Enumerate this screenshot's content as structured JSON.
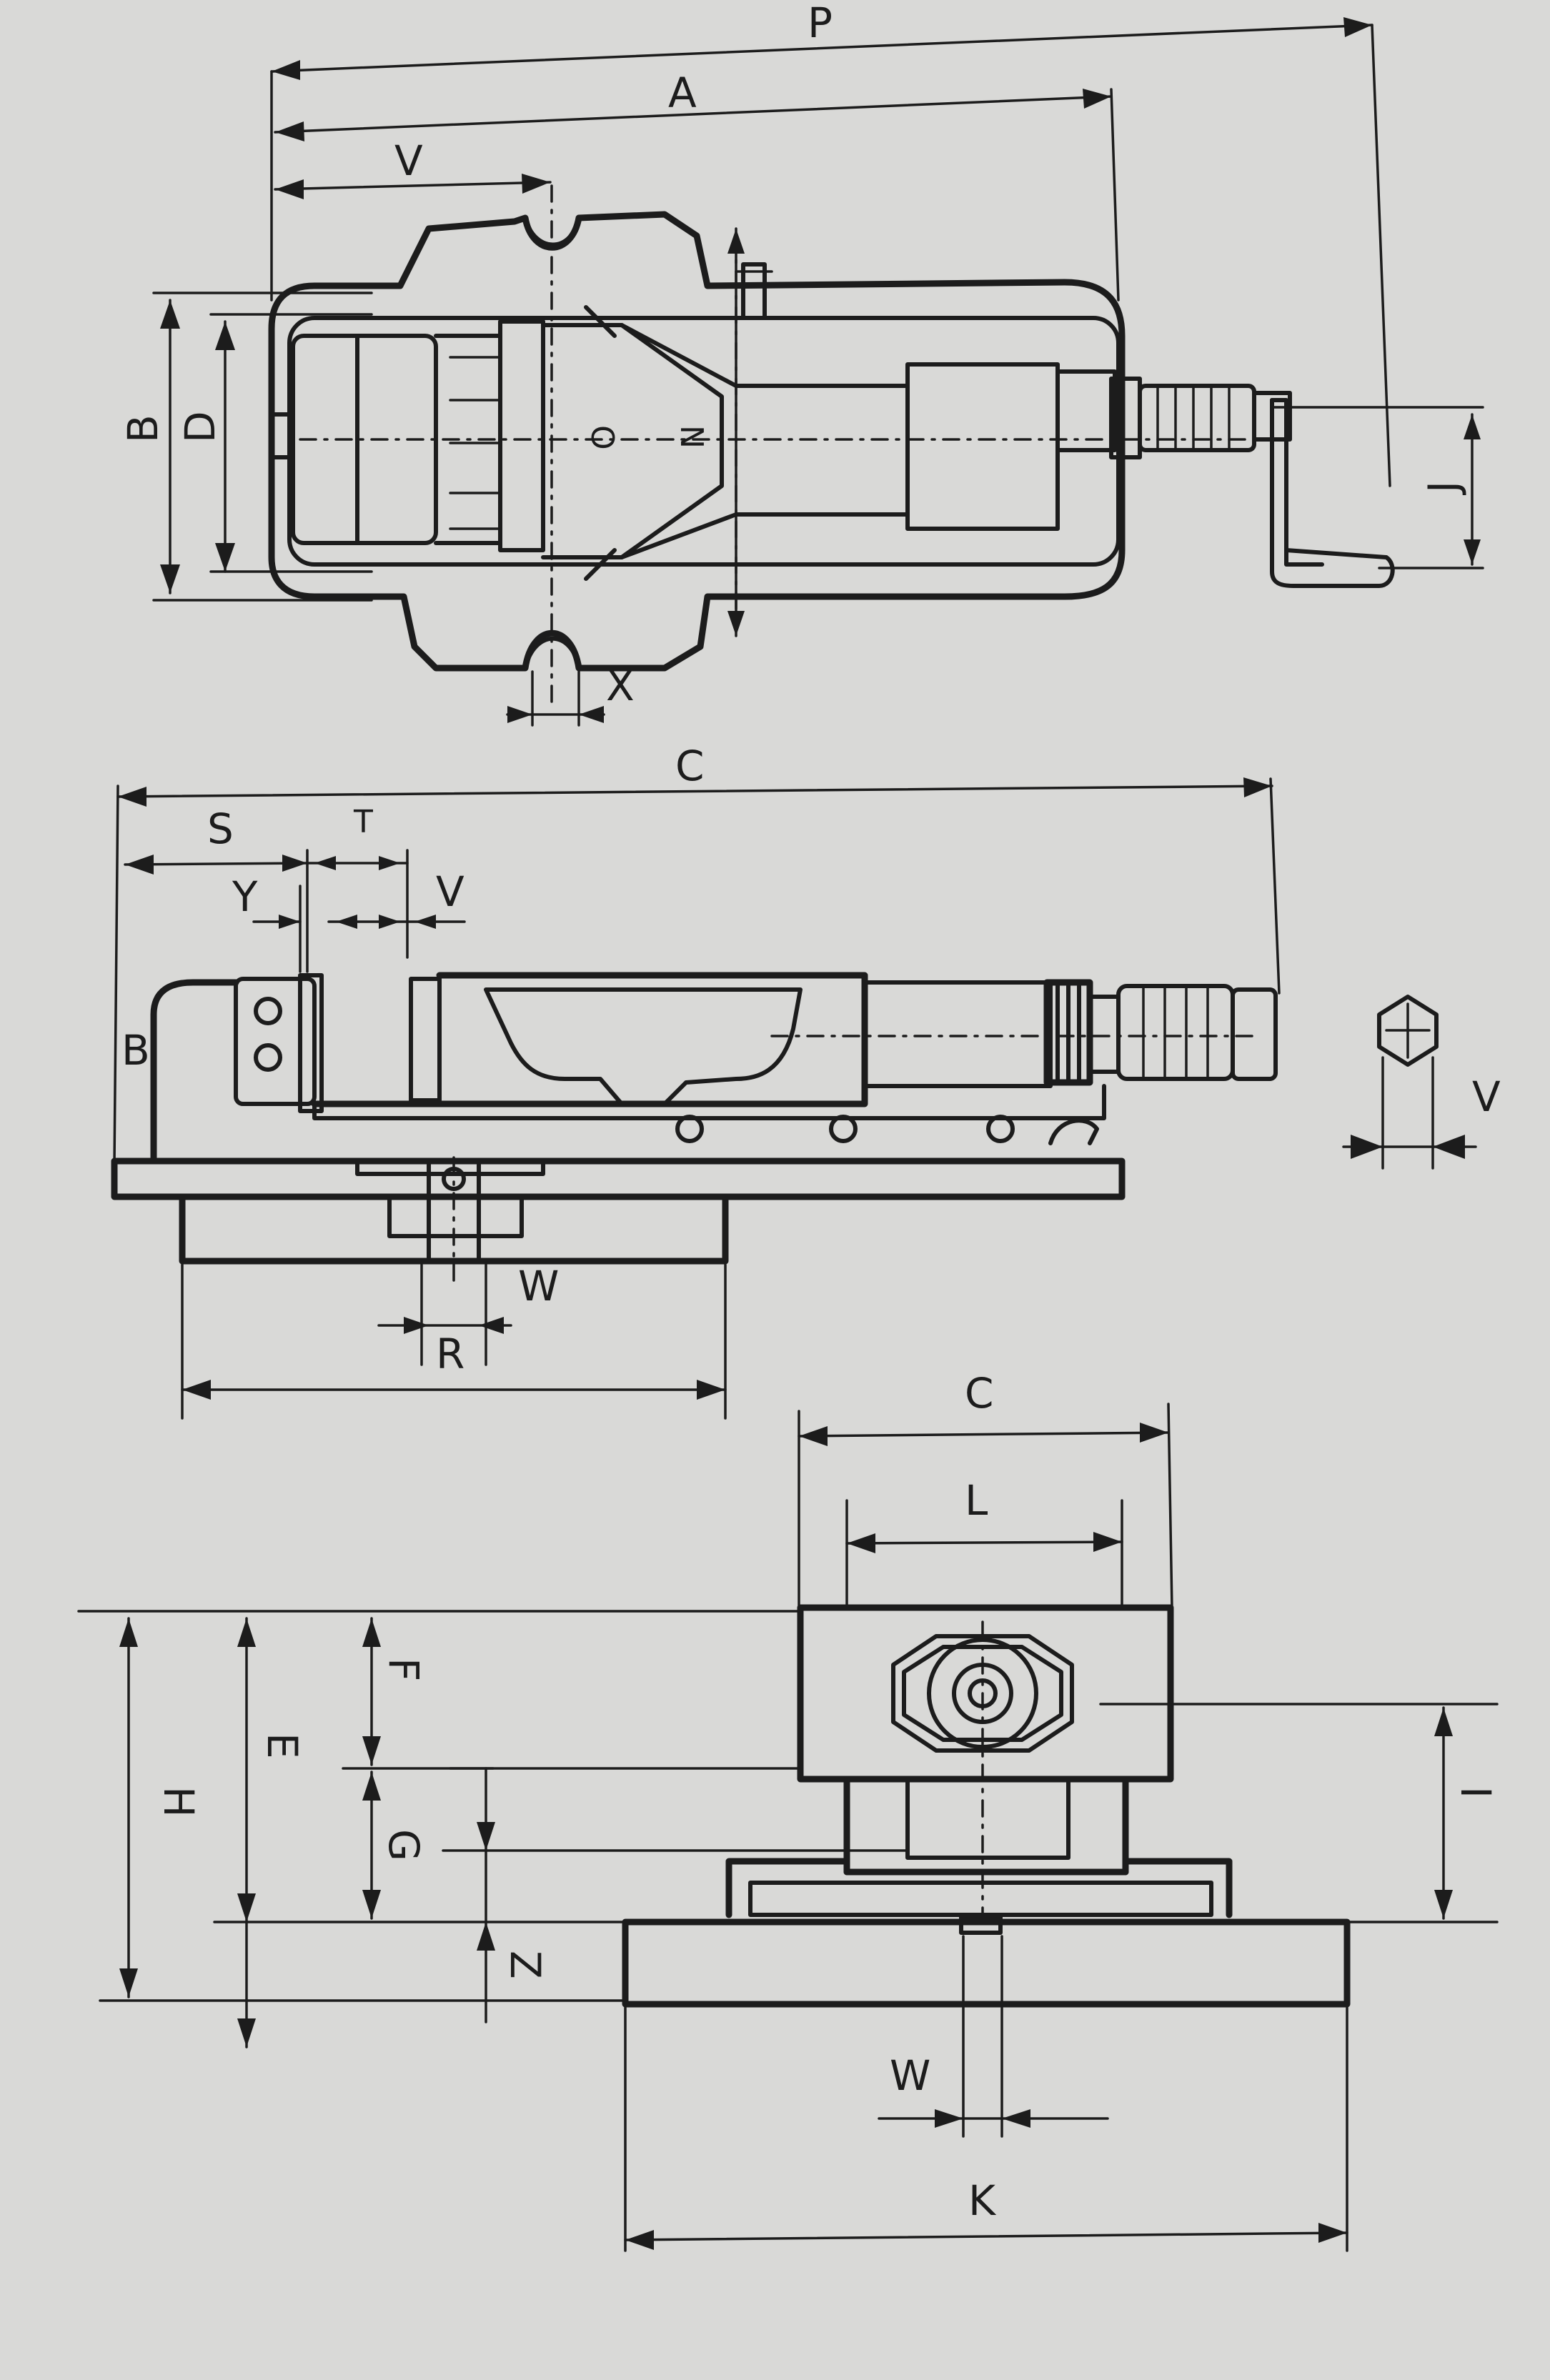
{
  "colors": {
    "background": "#d9d9d7",
    "ink": "#1c1c1c"
  },
  "top_view": {
    "labels": {
      "P": "P",
      "A": "A",
      "V": "V",
      "B": "B",
      "D": "D",
      "O": "O",
      "N": "N",
      "X": "X",
      "J": "J"
    }
  },
  "side_view": {
    "labels": {
      "C": "C",
      "S": "S",
      "T": "T",
      "Y": "Y",
      "V": "V",
      "B": "B",
      "W": "W",
      "R": "R"
    }
  },
  "hex_detail": {
    "labels": {
      "V": "V"
    }
  },
  "end_view": {
    "labels": {
      "C": "C",
      "L": "L",
      "F": "F",
      "E": "E",
      "H": "H",
      "G": "G",
      "Z": "Z",
      "I": "I",
      "W": "W",
      "K": "K"
    }
  }
}
